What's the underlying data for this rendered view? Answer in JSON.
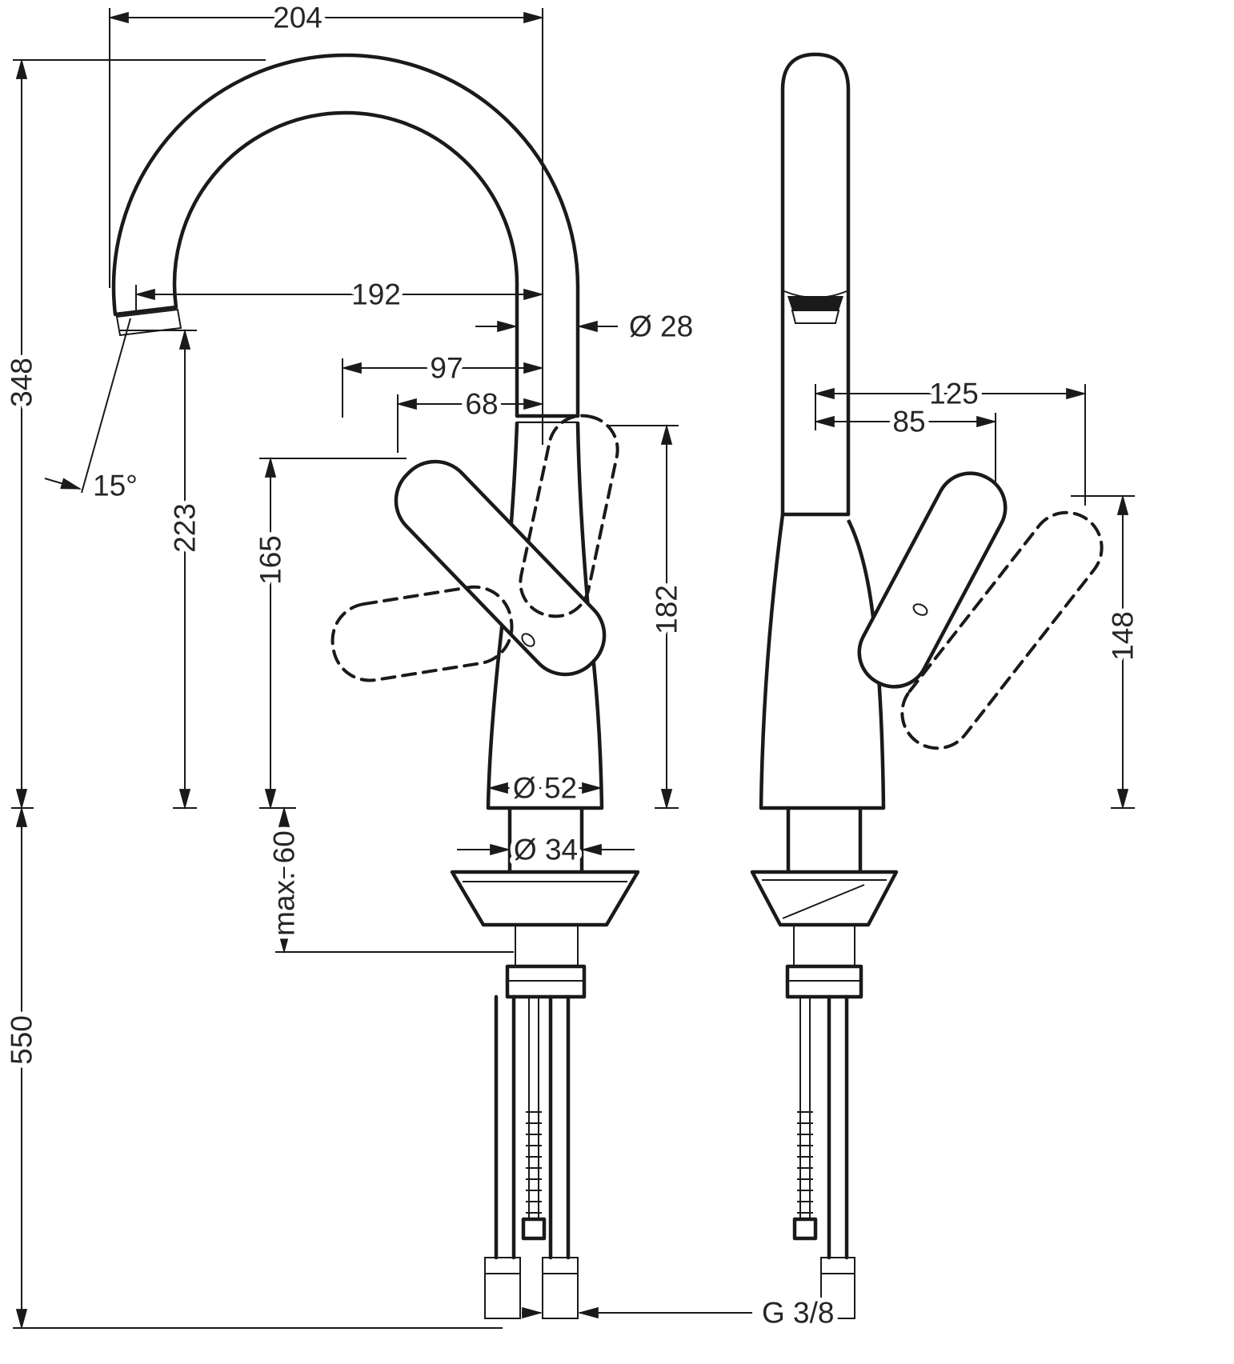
{
  "colors": {
    "line": "#1a1a1a",
    "text": "#262626",
    "background": "#ffffff"
  },
  "dims": {
    "overall_reach": "204",
    "spout_height": "348",
    "spout_reach": "192",
    "spout_diameter": "Ø 28",
    "handle_offset_max": "97",
    "handle_offset": "68",
    "spout_angle": "15°",
    "outlet_clearance": "223",
    "handle_rest_height": "165",
    "handle_raised_height": "182",
    "base_diameter": "Ø 52",
    "hole_diameter": "Ø 34",
    "deck_thickness_max": "max. 60",
    "hose_length": "550",
    "front_handle_reach_max": "125",
    "front_handle_reach": "85",
    "front_handle_height": "148",
    "connection_thread": "G 3/8"
  }
}
